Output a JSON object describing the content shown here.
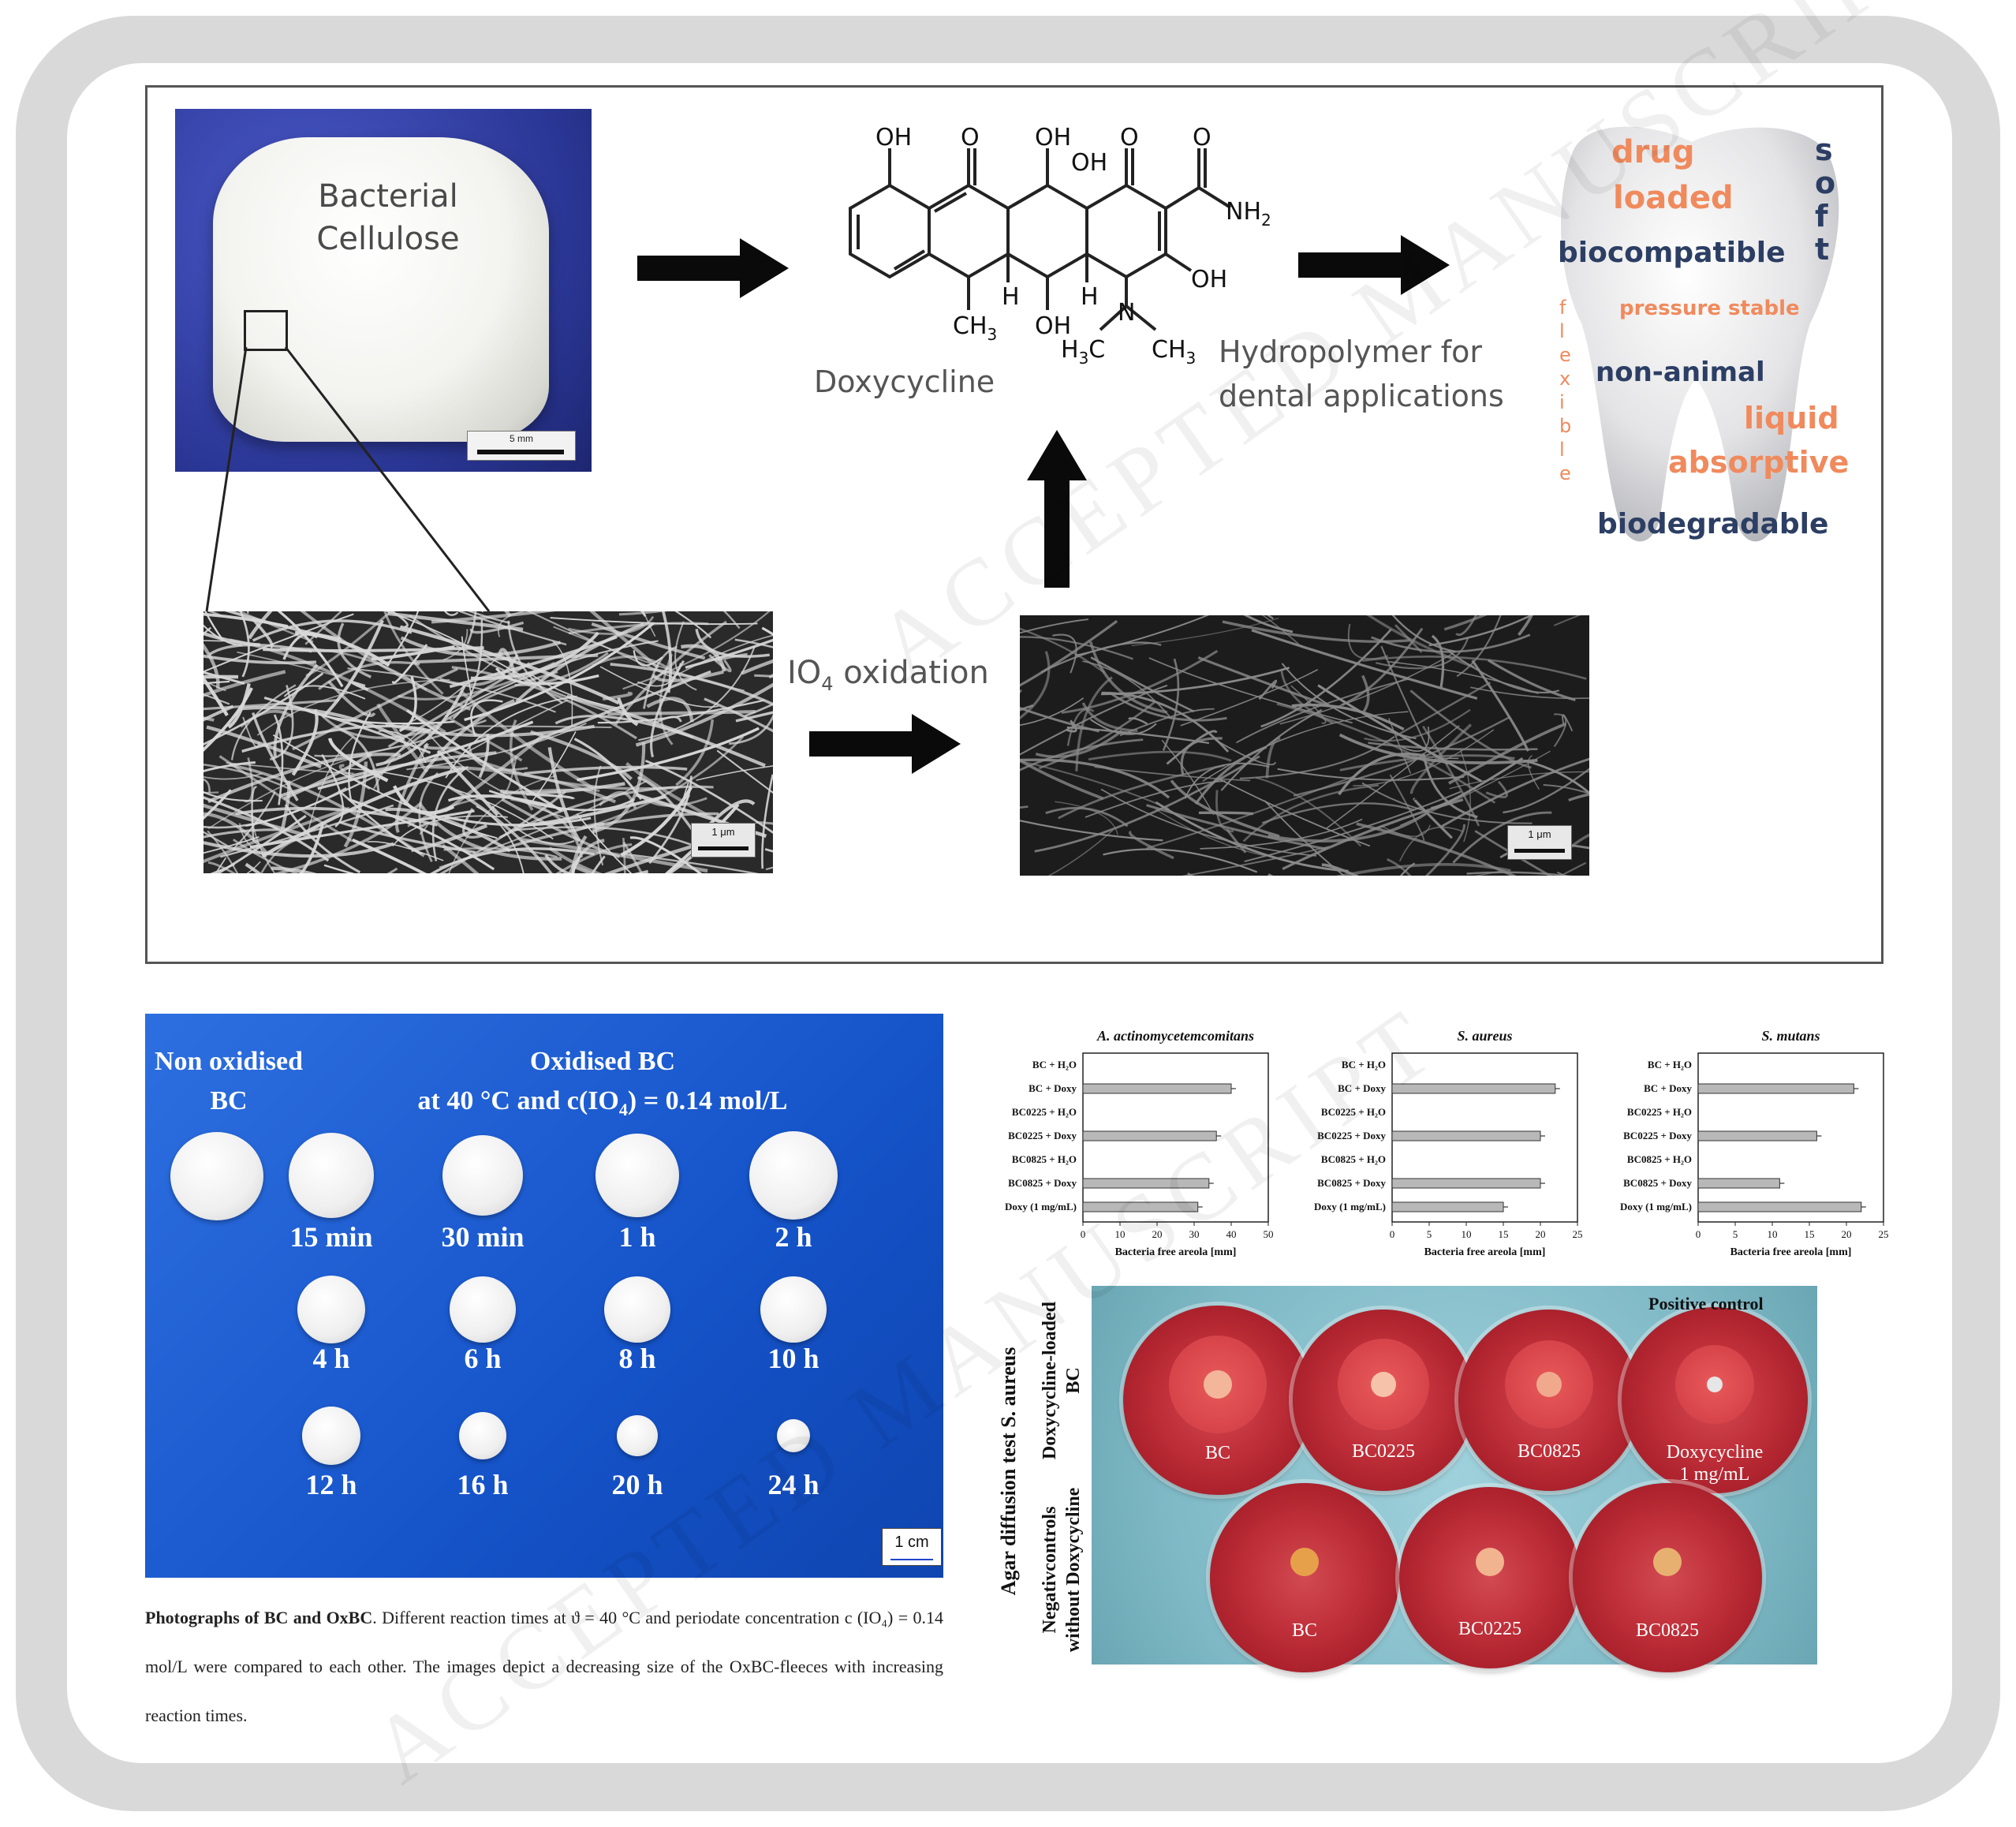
{
  "top_panel": {
    "bc_label_line1": "Bacterial",
    "bc_label_line2": "Cellulose",
    "bc_scale": "5 mm",
    "sem_left_scale": "1 μm",
    "sem_right_scale": "1 μm",
    "oxidation_label": "IO",
    "oxidation_sub": "4",
    "oxidation_label_rest": " oxidation",
    "molecule_name": "Doxycycline",
    "molecule_groups": {
      "oh1": "OH",
      "o1": "O",
      "oh2": "OH",
      "oh3": "OH",
      "o2": "O",
      "o3": "O",
      "nh2": "NH",
      "nh2_sub": "2",
      "oh4": "OH",
      "h1": "H",
      "h2": "H",
      "oh5": "OH",
      "ch3a": "CH",
      "ch3a_sub": "3",
      "n": "N",
      "h3c": "H",
      "h3c_sub": "3",
      "h3c_c": "C",
      "ch3b": "CH",
      "ch3b_sub": "3"
    },
    "hydro_line1": "Hydropolymer for",
    "hydro_line2": "dental applications",
    "tooth_words": {
      "drug": "drug",
      "loaded": "loaded",
      "soft": [
        "s",
        "o",
        "f",
        "t"
      ],
      "biocompatible": "biocompatible",
      "pressure": "pressure stable",
      "flexible": [
        "f",
        "l",
        "e",
        "x",
        "i",
        "b",
        "l",
        "e"
      ],
      "nonanimal": "non-animal",
      "liquid": "liquid",
      "absorptive": "absorptive",
      "biodegradable": "biodegradable"
    }
  },
  "photo_panel": {
    "non_ox_line1": "Non oxidised",
    "non_ox_line2": "BC",
    "ox_line1": "Oxidised BC",
    "ox_line2_pre": "at 40 °C and c(IO",
    "ox_line2_sub": "4",
    "ox_line2_post": ") = 0.14 mol/L",
    "times": [
      "15 min",
      "30 min",
      "1 h",
      "2 h",
      "4 h",
      "6 h",
      "8 h",
      "10 h",
      "12 h",
      "16 h",
      "20 h",
      "24 h"
    ],
    "scale": "1 cm"
  },
  "caption": {
    "bold": "Photographs of BC and OxBC",
    "rest": ". Different reaction times at ϑ = 40 °C and periodate concentration c (IO₄) = 0.14 mol/L were compared to each other. The images depict a decreasing size of the OxBC-fleeces with increasing reaction times."
  },
  "chart_data": [
    {
      "type": "bar",
      "title": "A. actinomycetemcomitans",
      "categories": [
        "BC + H₂O",
        "BC + Doxy",
        "BC0225 + H₂O",
        "BC0225 + Doxy",
        "BC0825 + H₂O",
        "BC0825 + Doxy",
        "Doxy (1 mg/mL)"
      ],
      "values": [
        0,
        40,
        0,
        36,
        0,
        34,
        31
      ],
      "xlabel": "Bacteria free areola [mm]",
      "xlim": [
        0,
        50
      ],
      "xticks": [
        "0",
        "10",
        "20",
        "30",
        "40",
        "50"
      ]
    },
    {
      "type": "bar",
      "title": "S. aureus",
      "categories": [
        "BC + H₂O",
        "BC + Doxy",
        "BC0225 + H₂O",
        "BC0225 + Doxy",
        "BC0825 + H₂O",
        "BC0825 + Doxy",
        "Doxy (1 mg/mL)"
      ],
      "values": [
        0,
        22,
        0,
        20,
        0,
        20,
        15
      ],
      "xlabel": "Bacteria free areola [mm]",
      "xlim": [
        0,
        25
      ],
      "xticks": [
        "0",
        "5",
        "10",
        "15",
        "20",
        "25"
      ]
    },
    {
      "type": "bar",
      "title": "S. mutans",
      "categories": [
        "BC + H₂O",
        "BC + Doxy",
        "BC0225 + H₂O",
        "BC0225 + Doxy",
        "BC0825 + H₂O",
        "BC0825 + Doxy",
        "Doxy (1 mg/mL)"
      ],
      "values": [
        0,
        21,
        0,
        16,
        0,
        11,
        22
      ],
      "xlabel": "Bacteria free areola [mm]",
      "xlim": [
        0,
        25
      ],
      "xticks": [
        "0",
        "5",
        "10",
        "15",
        "20",
        "25"
      ]
    }
  ],
  "agar": {
    "title": "Agar diffusion test S. aureus",
    "row1_line1": "Doxycycline-loaded",
    "row1_line2": "BC",
    "row2_line1": "Negativcontrols",
    "row2_line2": "without Doxycycline",
    "positive_control": "Positive control",
    "row1_dishes": [
      "BC",
      "BC0225",
      "BC0825",
      "Doxycycline"
    ],
    "doxy_line2": "1 mg/mL",
    "row2_dishes": [
      "BC",
      "BC0225",
      "BC0825"
    ]
  },
  "watermark": "ACCEPTED MANUSCRIPT"
}
